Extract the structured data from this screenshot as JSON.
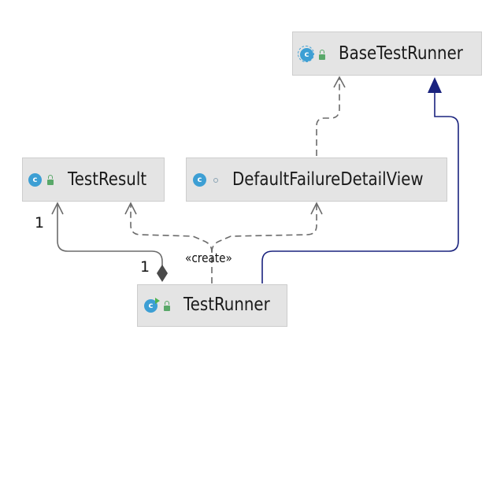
{
  "classes": {
    "base_test_runner": {
      "name": "BaseTestRunner",
      "icon": "c",
      "kind": "abstract-class",
      "visibility": "public"
    },
    "test_result": {
      "name": "TestResult",
      "icon": "c",
      "kind": "class",
      "visibility": "public"
    },
    "default_failure_detail_view": {
      "name": "DefaultFailureDetailView",
      "icon": "c",
      "kind": "class",
      "visibility": "package-private"
    },
    "test_runner": {
      "name": "TestRunner",
      "icon": "c",
      "kind": "runnable-class",
      "visibility": "public"
    }
  },
  "relations": {
    "runner_extends_base": {
      "type": "extends",
      "from": "TestRunner",
      "to": "BaseTestRunner",
      "color": "#1a237e"
    },
    "view_implements_base": {
      "type": "implements",
      "from": "DefaultFailureDetailView",
      "to": "BaseTestRunner",
      "color": "#6b6b6b"
    },
    "runner_composes_result": {
      "type": "composition",
      "from": "TestRunner",
      "to": "TestResult",
      "source_multiplicity": "1",
      "target_multiplicity": "1",
      "color": "#6b6b6b"
    },
    "runner_creates_result": {
      "type": "dependency",
      "stereotype": "«create»",
      "from": "TestRunner",
      "to": "TestResult",
      "color": "#6b6b6b"
    },
    "runner_creates_view": {
      "type": "dependency",
      "stereotype": "«create»",
      "from": "TestRunner",
      "to": "DefaultFailureDetailView",
      "color": "#6b6b6b"
    }
  },
  "colors": {
    "node_fill": "#e4e4e4",
    "node_border": "#cdcdcd",
    "class_badge": "#3d9fd4",
    "public_lock": "#59a869",
    "extends_edge": "#1a237e",
    "dependency_edge": "#6b6b6b"
  }
}
